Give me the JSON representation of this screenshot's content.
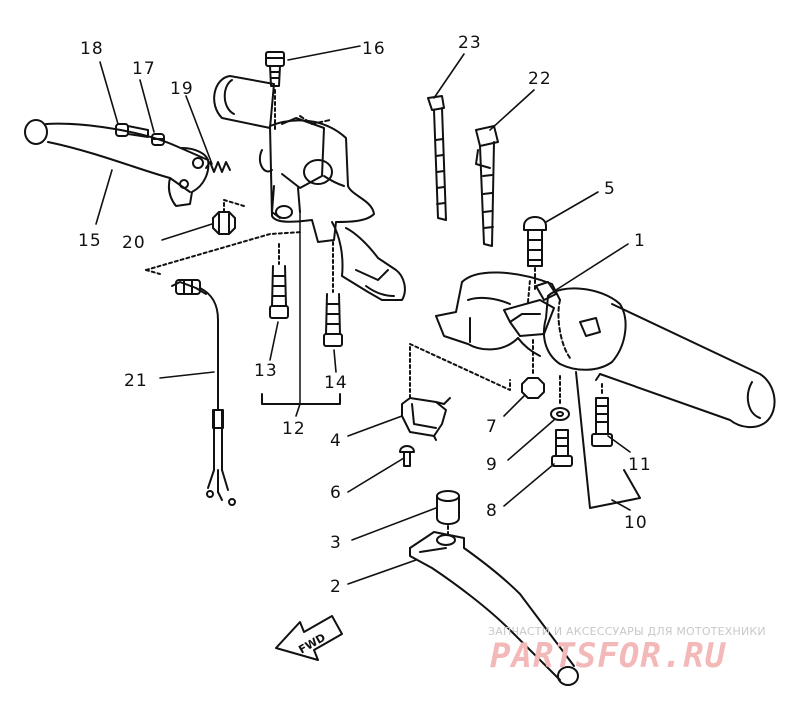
{
  "diagram": {
    "callouts": [
      {
        "id": "1",
        "label": "1"
      },
      {
        "id": "2",
        "label": "2"
      },
      {
        "id": "3",
        "label": "3"
      },
      {
        "id": "4",
        "label": "4"
      },
      {
        "id": "5",
        "label": "5"
      },
      {
        "id": "6",
        "label": "6"
      },
      {
        "id": "7",
        "label": "7"
      },
      {
        "id": "8",
        "label": "8"
      },
      {
        "id": "9",
        "label": "9"
      },
      {
        "id": "10",
        "label": "10"
      },
      {
        "id": "11",
        "label": "11"
      },
      {
        "id": "12",
        "label": "12"
      },
      {
        "id": "13",
        "label": "13"
      },
      {
        "id": "14",
        "label": "14"
      },
      {
        "id": "15",
        "label": "15"
      },
      {
        "id": "16",
        "label": "16"
      },
      {
        "id": "17",
        "label": "17"
      },
      {
        "id": "18",
        "label": "18"
      },
      {
        "id": "19",
        "label": "19"
      },
      {
        "id": "20",
        "label": "20"
      },
      {
        "id": "21",
        "label": "21"
      },
      {
        "id": "22",
        "label": "22"
      },
      {
        "id": "23",
        "label": "23"
      }
    ],
    "direction_label": "FWD"
  },
  "watermark": {
    "tagline": "ЗАПЧАСТИ И АКСЕССУАРЫ ДЛЯ МОТОТЕХНИКИ",
    "logo_text": "PARTSFOR.RU",
    "logo_color": "#f3b9b9",
    "tagline_color": "#c9c9c9"
  },
  "colors": {
    "line": "#111111",
    "background": "#ffffff"
  }
}
